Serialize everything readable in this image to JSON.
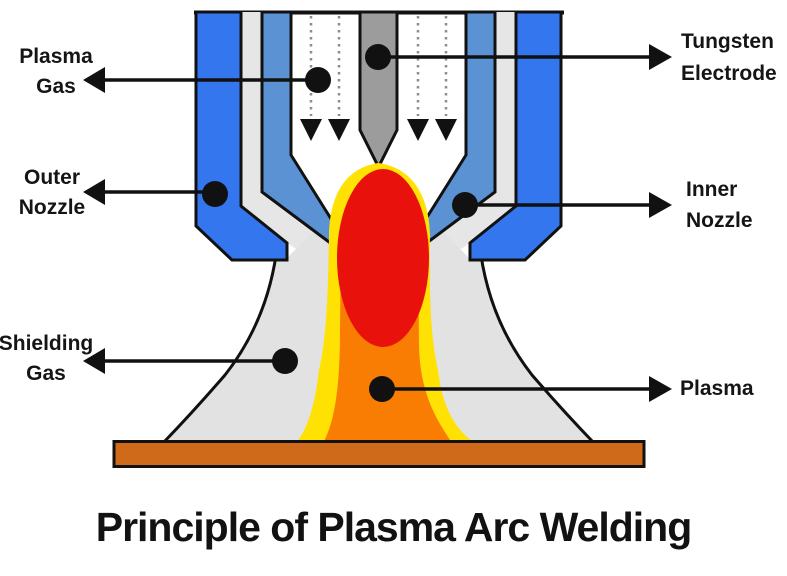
{
  "title": "Principle of Plasma Arc Welding",
  "labels": {
    "plasma_gas": {
      "line1": "Plasma",
      "line2": "Gas"
    },
    "tungsten_electrode": {
      "line1": "Tungsten",
      "line2": "Electrode"
    },
    "outer_nozzle": {
      "line1": "Outer",
      "line2": "Nozzle"
    },
    "inner_nozzle": {
      "line1": "Inner",
      "line2": "Nozzle"
    },
    "shielding_gas": {
      "line1": "Shielding",
      "line2": "Gas"
    },
    "plasma": {
      "line1": "Plasma"
    }
  },
  "colors": {
    "outer_nozzle_blue": "#3376EE",
    "inner_nozzle_blue": "#5B92D4",
    "gas_channel_gray": "#E6E6E6",
    "shielding_gas_gray": "#E2E2E2",
    "electrode_gray": "#9C9C9C",
    "flame_yellow": "#FFE103",
    "flame_orange": "#F87D02",
    "arc_red": "#E8110B",
    "workpiece_brown": "#CE6A1A",
    "outline_black": "#111111"
  }
}
